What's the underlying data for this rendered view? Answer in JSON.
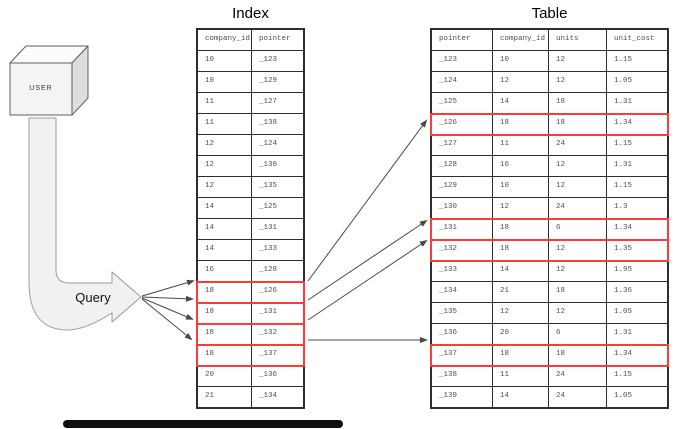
{
  "diagram": {
    "user_label": "USER",
    "query_label": "Query"
  },
  "index_table": {
    "title": "Index",
    "columns": [
      "company_id",
      "pointer"
    ],
    "rows": [
      [
        "10",
        "_123"
      ],
      [
        "10",
        "_129"
      ],
      [
        "11",
        "_127"
      ],
      [
        "11",
        "_138"
      ],
      [
        "12",
        "_124"
      ],
      [
        "12",
        "_130"
      ],
      [
        "12",
        "_135"
      ],
      [
        "14",
        "_125"
      ],
      [
        "14",
        "_131"
      ],
      [
        "14",
        "_133"
      ],
      [
        "16",
        "_128"
      ],
      [
        "18",
        "_126"
      ],
      [
        "18",
        "_131"
      ],
      [
        "18",
        "_132"
      ],
      [
        "18",
        "_137"
      ],
      [
        "20",
        "_136"
      ],
      [
        "21",
        "_134"
      ]
    ],
    "highlighted_rows": [
      11,
      12,
      13,
      14
    ]
  },
  "main_table": {
    "title": "Table",
    "columns": [
      "pointer",
      "company_id",
      "units",
      "unit_cost"
    ],
    "rows": [
      [
        "_123",
        "10",
        "12",
        "1.15"
      ],
      [
        "_124",
        "12",
        "12",
        "1.05"
      ],
      [
        "_125",
        "14",
        "18",
        "1.31"
      ],
      [
        "_126",
        "18",
        "18",
        "1.34"
      ],
      [
        "_127",
        "11",
        "24",
        "1.15"
      ],
      [
        "_128",
        "16",
        "12",
        "1.31"
      ],
      [
        "_129",
        "10",
        "12",
        "1.15"
      ],
      [
        "_130",
        "12",
        "24",
        "1.3"
      ],
      [
        "_131",
        "18",
        "6",
        "1.34"
      ],
      [
        "_132",
        "18",
        "12",
        "1.35"
      ],
      [
        "_133",
        "14",
        "12",
        "1.95"
      ],
      [
        "_134",
        "21",
        "18",
        "1.36"
      ],
      [
        "_135",
        "12",
        "12",
        "1.05"
      ],
      [
        "_136",
        "20",
        "6",
        "1.31"
      ],
      [
        "_137",
        "18",
        "18",
        "1.34"
      ],
      [
        "_138",
        "11",
        "24",
        "1.15"
      ],
      [
        "_139",
        "14",
        "24",
        "1.05"
      ]
    ],
    "highlighted_rows": [
      3,
      8,
      9,
      14
    ]
  },
  "colors": {
    "highlight": "#fa3c3c",
    "table_border": "#2e2e2e",
    "arrow_line": "#4a4a4a",
    "big_arrow_fill": "#f1f1f1",
    "big_arrow_stroke": "#9a9a9a",
    "scrollbar": "#0f0f0f"
  }
}
